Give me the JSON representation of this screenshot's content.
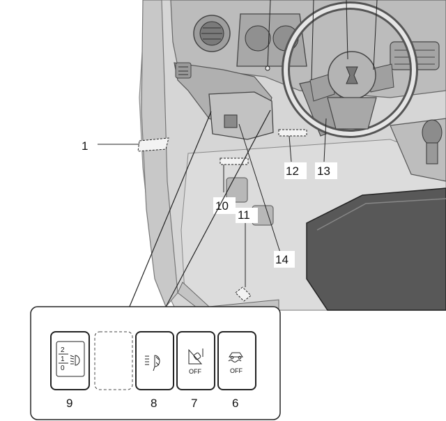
{
  "callouts": {
    "c1": "1",
    "c10": "10",
    "c11": "11",
    "c12": "12",
    "c13": "13",
    "c14": "14"
  },
  "switch_panel": {
    "labels": [
      "9",
      "8",
      "7",
      "6"
    ],
    "switch7_text": "OFF",
    "switch6_text": "OFF",
    "headlight_levels": [
      "2",
      "1",
      "0"
    ]
  }
}
